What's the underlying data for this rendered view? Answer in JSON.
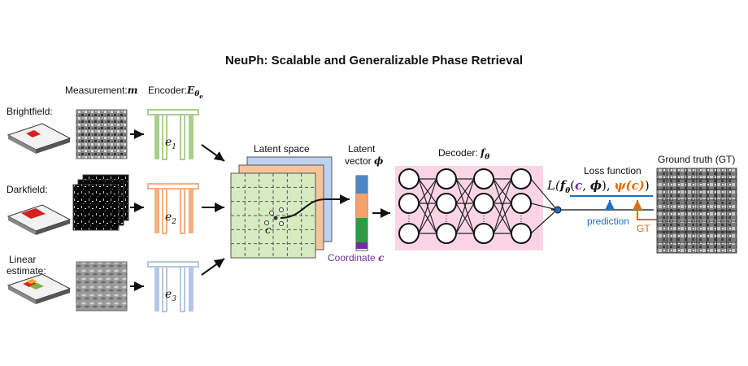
{
  "title": "NeuPh: Scalable and Generalizable Phase Retrieval",
  "measurement_label": "Measurement:",
  "measurement_symbol": "m",
  "encoder_label": "Encoder:",
  "encoder_symbol": "E",
  "encoder_subscript": "θ",
  "encoder_subsubscript": "e",
  "inputs": [
    {
      "label": "Brightfield:",
      "encoder_symbol": "e",
      "encoder_index": "1"
    },
    {
      "label": "Darkfield:",
      "encoder_symbol": "e",
      "encoder_index": "2"
    },
    {
      "label_line1": "Linear",
      "label_line2": "estimate:",
      "encoder_symbol": "e",
      "encoder_index": "3"
    }
  ],
  "latent_space_label": "Latent space",
  "latent_point_symbol": "c",
  "latent_vector_label_line1": "Latent",
  "latent_vector_label_line2": "vector",
  "latent_vector_symbol": "ϕ",
  "coordinate_label": "Coordinate",
  "coordinate_symbol": "c",
  "decoder_label": "Decoder:",
  "decoder_symbol": "f",
  "decoder_subscript": "θ",
  "loss_label": "Loss function",
  "loss_prefix": "L(",
  "loss_f": "f",
  "loss_f_sub": "θ",
  "loss_open": "(",
  "loss_c": "c",
  "loss_comma": ", ",
  "loss_phi": "ϕ",
  "loss_close": "), ",
  "loss_psi": "ψ(c)",
  "loss_end": ")",
  "prediction_label": "prediction",
  "gt_label": "GT",
  "gt_title": "Ground truth (GT)",
  "colors": {
    "encoder1": "#a8d08d",
    "encoder2": "#f4b183",
    "encoder3": "#b4c7e7",
    "latent_green": "#d6ecc0",
    "latent_orange": "#f7c39a",
    "latent_blue": "#bcd2ee",
    "decoder_bg": "#fbd5e6",
    "purple": "#7030a0",
    "orange": "#e36c0a",
    "blue": "#1f6fc1"
  }
}
